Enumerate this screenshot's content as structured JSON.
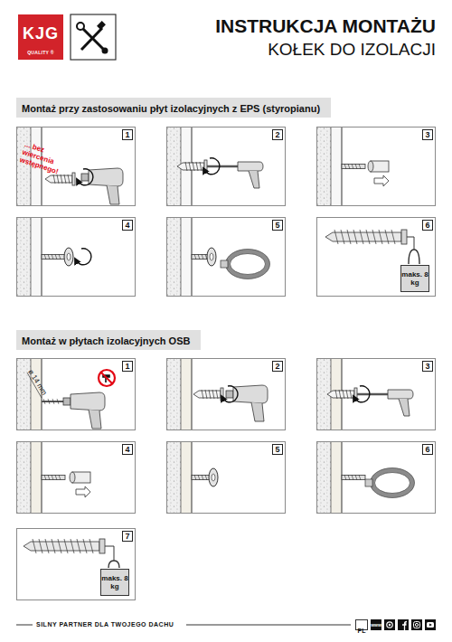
{
  "diagram": {
    "title": "INSTRUKCJA MONTAŻU",
    "nodes": [
      {
        "text": [
          "KJG",
          "QUALITY ®"
        ]
      },
      {
        "text": [
          "Montaż przy zastosowaniu płyt izolacyjnych z EPS (styropianu)"
        ]
      },
      {
        "text": [
          "1",
          "... bez wiercenia wstępnego!"
        ]
      },
      {
        "text": [
          "2"
        ]
      },
      {
        "text": [
          "3"
        ]
      },
      {
        "text": [
          "4"
        ]
      },
      {
        "text": [
          "5"
        ]
      },
      {
        "text": [
          "6"
        ]
      },
      {
        "text": [
          "maks. 8 kg"
        ],
        "in": 7
      },
      {
        "text": [
          "Montaż w płytach izolacyjnych OSB"
        ]
      },
      {
        "text": [
          "1",
          "ø 14 mm"
        ]
      },
      {
        "text": [
          "2"
        ]
      },
      {
        "text": [
          "3"
        ]
      },
      {
        "text": [
          "4"
        ]
      },
      {
        "text": [
          "5"
        ]
      },
      {
        "text": [
          "6"
        ]
      },
      {
        "text": [
          "7"
        ]
      },
      {
        "text": [
          "maks. 8 kg"
        ],
        "in": 16
      },
      {
        "text": [
          "PL"
        ]
      }
    ],
    "labels": [
      "KOŁEK DO IZOLACJI",
      "SILNY PARTNER DLA TWOJEGO DACHU",
      "www"
    ]
  }
}
